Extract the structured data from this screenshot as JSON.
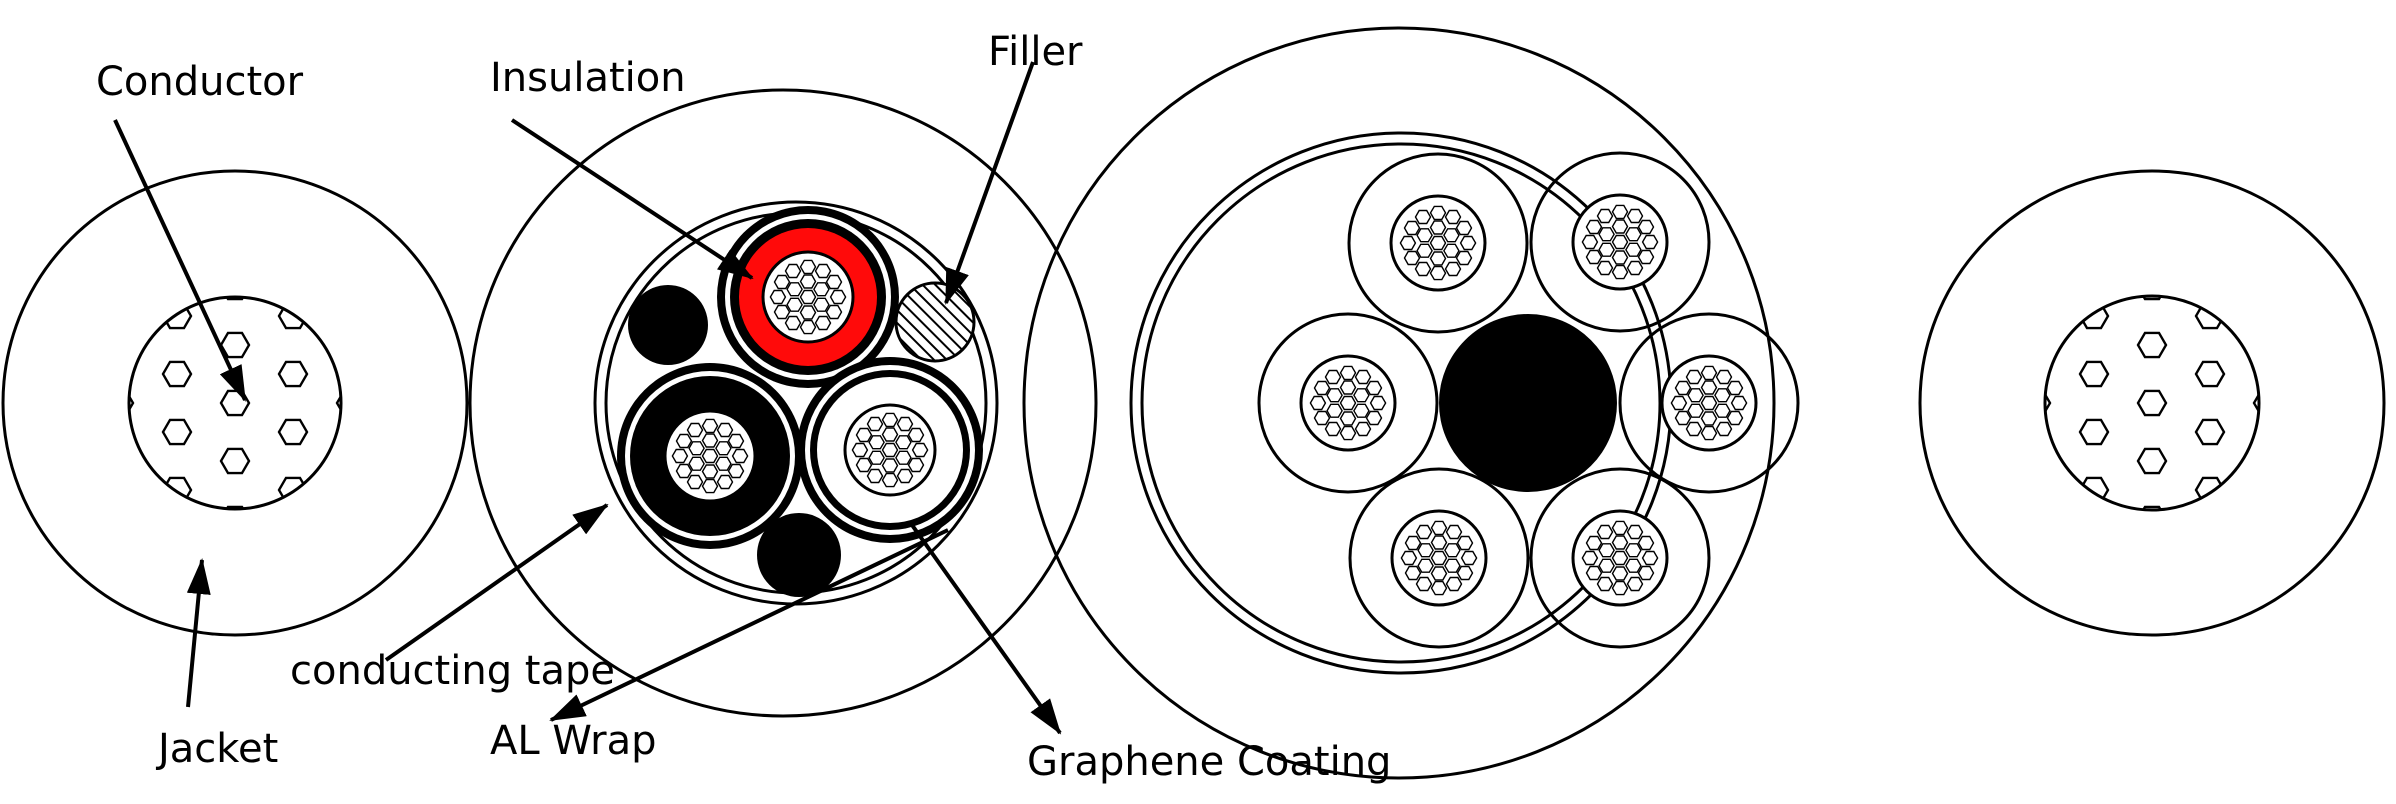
{
  "labels": {
    "conductor": "Conductor",
    "insulation": "Insulation",
    "filler": "Filler",
    "jacket": "Jacket",
    "conducting_tape": "conducting tape",
    "al_wrap": "AL Wrap",
    "graphene_coating": "Graphene Coating"
  },
  "colors": {
    "brown": "#7a2e0a",
    "red": "#ff0a0a",
    "blue": "#0d9fe0",
    "orange": "#ee6a0c",
    "gray": "#bcc3d0",
    "green": "#0ef42c",
    "black": "#000000"
  }
}
